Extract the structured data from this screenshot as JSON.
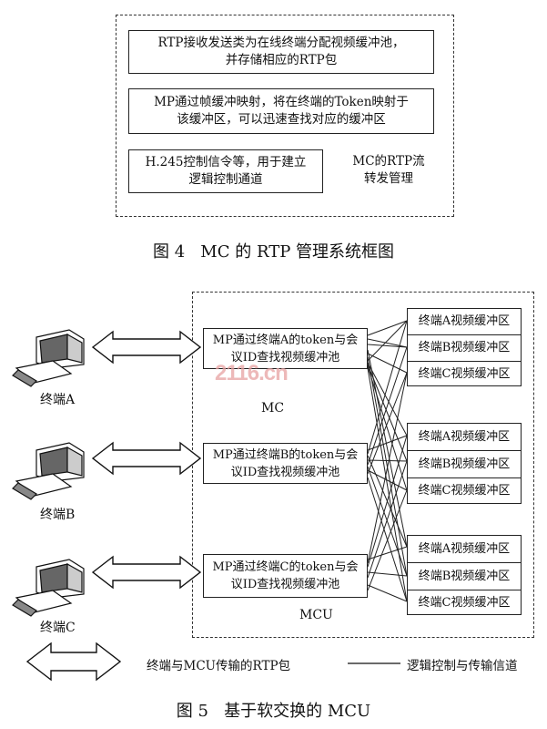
{
  "fig4": {
    "box1": [
      "RTP接收发送类为在线终端分配视频缓冲池，",
      "并存储相应的RTP包"
    ],
    "box2": [
      "MP通过帧缓冲映射，将在终端的Token映射于",
      "该缓冲区，可以迅速查找对应的缓冲区"
    ],
    "box3": [
      "H.245控制信令等，用于建立",
      "逻辑控制通道"
    ],
    "side_label": [
      "MC的RTP流",
      "转发管理"
    ],
    "caption": "图 4   MC 的 RTP 管理系统框图"
  },
  "fig5": {
    "terminals": [
      "终端A",
      "终端B",
      "终端C"
    ],
    "mp_boxes": [
      [
        "MP通过终端A的token与会",
        "议ID查找视频缓冲池"
      ],
      [
        "MP通过终端B的token与会",
        "议ID查找视频缓冲池"
      ],
      [
        "MP通过终端C的token与会",
        "议ID查找视频缓冲池"
      ]
    ],
    "buffers": [
      "终端A视频缓冲区",
      "终端B视频缓冲区",
      "终端C视频缓冲区"
    ],
    "mc_label": "MC",
    "mcu_label": "MCU",
    "watermark": "2116.cn",
    "legend_rtp": "终端与MCU传输的RTP包",
    "legend_logic": "逻辑控制与传输信道",
    "caption": "图 5   基于软交换的 MCU"
  }
}
